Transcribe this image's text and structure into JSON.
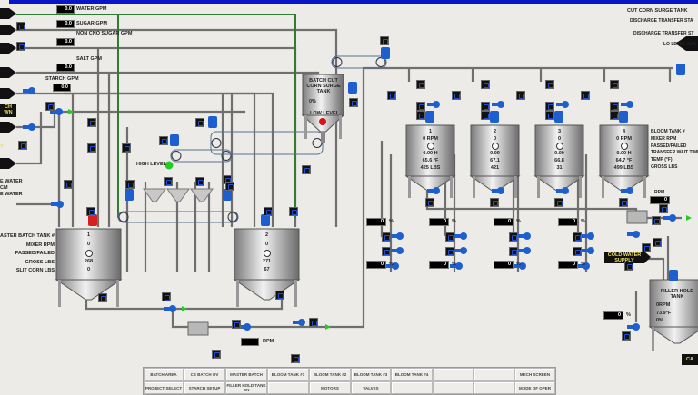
{
  "colors": {
    "title_bar": "#0a14c8",
    "pipe": "#6f6f6f",
    "water_line": "#2e7d32",
    "valve": "#1e5fd0",
    "alarm_low": "#e01010",
    "alarm_high": "#22cc22",
    "label_text": "#e8e060"
  },
  "feeds": [
    {
      "label": "WATER GPM",
      "value": "0.0"
    },
    {
      "label": "SUGAR GPM",
      "value": "0.0"
    },
    {
      "label": "NON CNO SUGAR GPM",
      "value": "0.0"
    },
    {
      "label": "SALT GPM",
      "value": "0.0"
    },
    {
      "label": "STARCH GPM",
      "value": "0.0"
    }
  ],
  "left_labels": {
    "starch_top": "CH",
    "starch_bottom": "WN",
    "y_label": "Y",
    "line1": "E WATER",
    "line2": "CM",
    "line3": "E WATER"
  },
  "high_level": "HIGH LEVEL",
  "master_batch": {
    "labels": [
      "MASTER BATCH TANK #",
      "MIXER RPM",
      "PASSED/FAILED",
      "GROSS LBS",
      "SLIT CORN LBS"
    ],
    "tanks": [
      {
        "number": "1",
        "mixer_rpm": "0",
        "gross_lbs": "268",
        "slit_corn_lbs": "0",
        "status_indicator": "red"
      },
      {
        "number": "2",
        "mixer_rpm": "0",
        "gross_lbs": "271",
        "slit_corn_lbs": "67",
        "status_indicator": "blue"
      }
    ]
  },
  "pump_rpm": {
    "label": "RPM",
    "value": ""
  },
  "surge_tank": {
    "title": "BATCH CUT CORN SURGE TANK",
    "level": "0%",
    "alarm": "LOW LEVEL"
  },
  "status_header": {
    "title": "CUT CORN SURGE TANK",
    "line1": "DISCHARGE TRANSFER STA",
    "line2": "DISCHARGE TRANSFER ST",
    "line3": "LO LEVEL ALA"
  },
  "bloom": {
    "labels": [
      "BLOOM TANK #",
      "MIXER RPM",
      "PASSED/FAILED",
      "TRANSFER WAIT TIME",
      "TEMP (°F)",
      "GROSS LBS"
    ],
    "tanks": [
      {
        "number": "1",
        "rpm": "0 RPM",
        "wait": "0.00 H",
        "temp": "65.6 °F",
        "lbs": "425 LBS",
        "pct_top": "0",
        "pct_bottom": "0"
      },
      {
        "number": "2",
        "rpm": "0",
        "wait": "0.00",
        "temp": "67.1",
        "lbs": "421",
        "pct_top": "0",
        "pct_bottom": "0"
      },
      {
        "number": "3",
        "rpm": "0",
        "wait": "0.00",
        "temp": "66.8",
        "lbs": "31",
        "pct_top": "0",
        "pct_bottom": "0"
      },
      {
        "number": "4",
        "rpm": "0 RPM",
        "wait": "0.00 H",
        "temp": "64.7 °F",
        "lbs": "499 LBS",
        "pct_top": "0",
        "pct_bottom": "0"
      }
    ],
    "pct_unit": "%"
  },
  "transfer_rpm": {
    "label": "RPM",
    "value": "0"
  },
  "cold_water": "COLD WATER SUPPLY",
  "filler_tank": {
    "title": "FILLER HOLD TANK",
    "rpm": "0RPM",
    "temp": "73.9°F",
    "level": "0%",
    "pct": "0"
  },
  "right_bottom_label": "CA",
  "nav": {
    "row1": [
      "BATCH AREA",
      "CS BATCH OV",
      "MASTER BATCH",
      "BLOOM TANK #1",
      "BLOOM TANK #2",
      "BLOOM TANK #3",
      "BLOOM TANK #4",
      "",
      "",
      "MECH SCREEN"
    ],
    "row2": [
      "PROJECT SELECT",
      "STARCH SETUP",
      "FILLER HOLD TANK ON",
      "",
      "MOTORS",
      "VALVES",
      "",
      "",
      "",
      "MODE OF OPER"
    ]
  }
}
